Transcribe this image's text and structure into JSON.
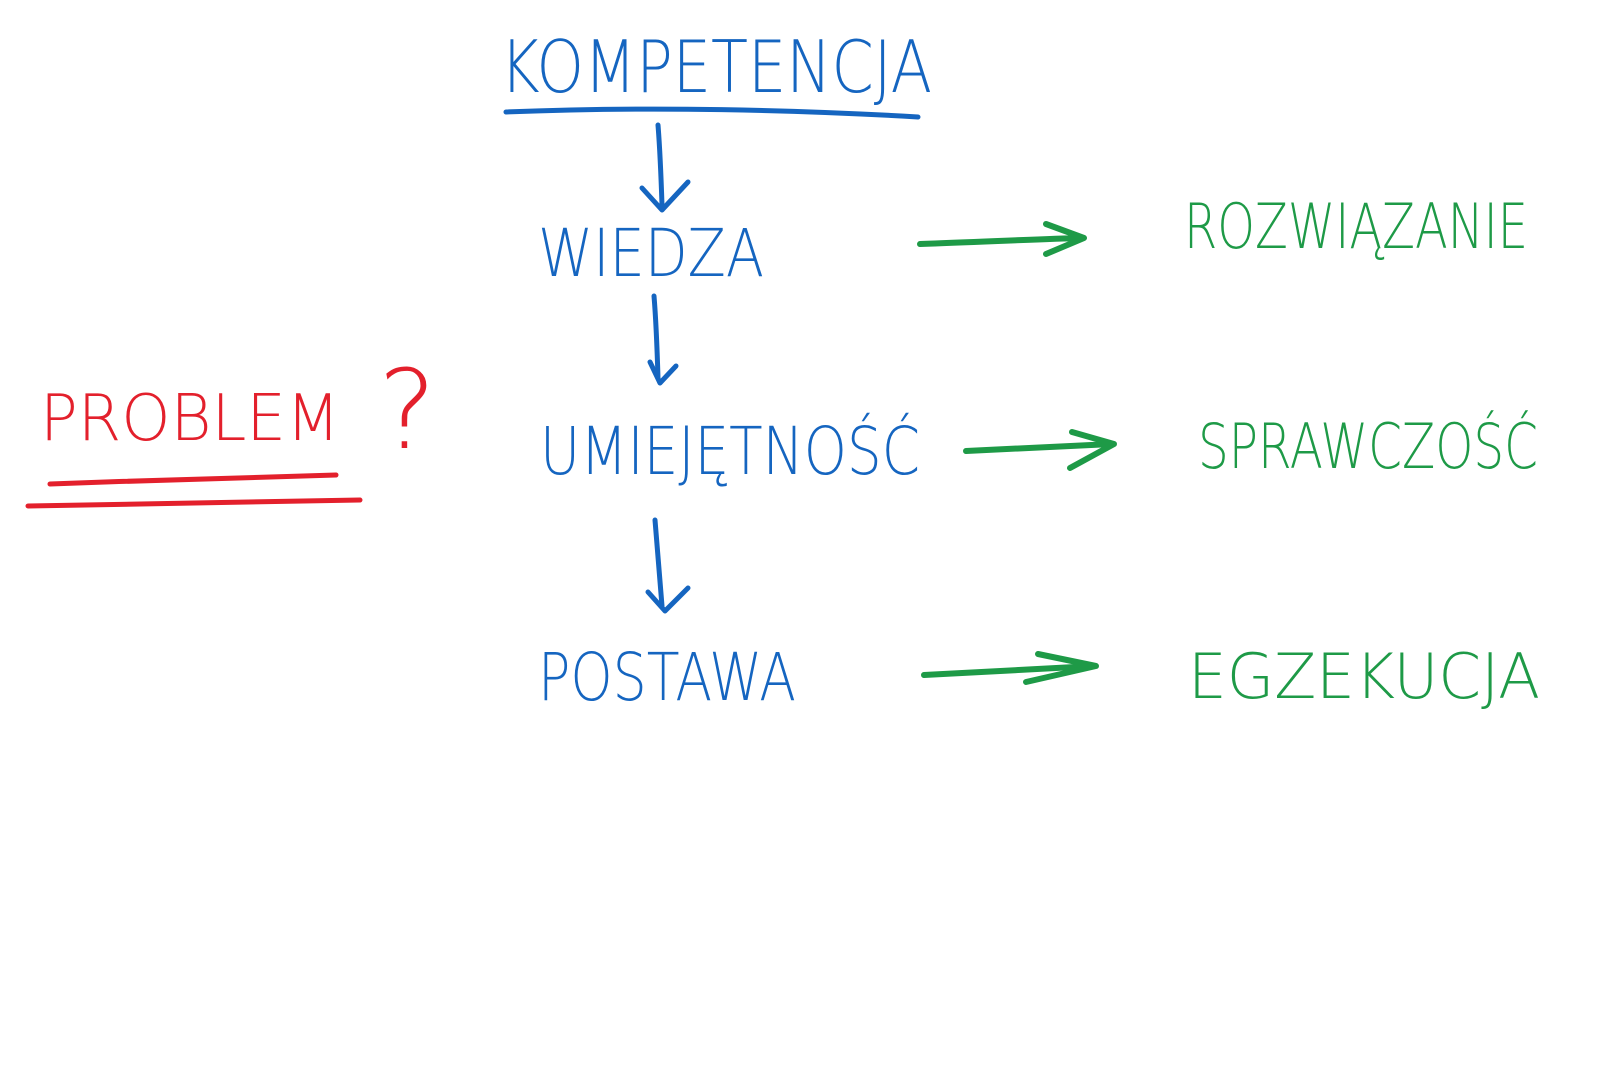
{
  "colors": {
    "blue": "#1565c0",
    "green": "#1e9a47",
    "red": "#e3202c"
  },
  "problem": {
    "label": "PROBLEM",
    "mark": "?"
  },
  "chain": {
    "title": "KOMPETENCJA",
    "items": [
      "WIEDZA",
      "UMIEJĘTNOŚĆ",
      "POSTAWA"
    ]
  },
  "outcomes": [
    "ROZWIĄZANIE",
    "SPRAWCZOŚĆ",
    "EGZEKUCJA"
  ]
}
